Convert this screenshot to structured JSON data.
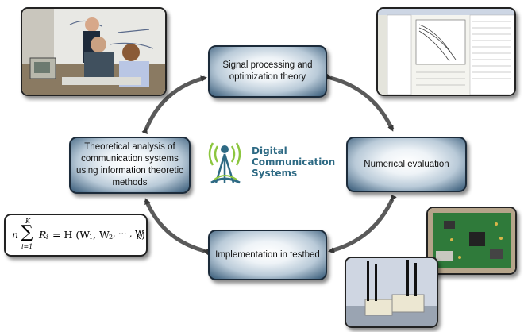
{
  "nodes": {
    "signal": "Signal processing and optimization theory",
    "theory": "Theoretical analysis of communication systems using information theoretic methods",
    "numeric": "Numerical evaluation",
    "impl": "Implementation in testbed"
  },
  "logo": {
    "line1": "Digital",
    "line2": "Communication",
    "line3": "Systems"
  },
  "formula": {
    "n": "n",
    "sum_upper": "K",
    "sum_symbol": "∑",
    "sum_lower": "i=1",
    "term": "R",
    "term_sub": "i",
    "rhs": "= H (W",
    "rhs_sub1": "1",
    "rhs_mid": ", W",
    "rhs_sub2": "2",
    "rhs_dots": ", ··· , W",
    "rhs_subk": "K",
    "rhs_close": ")"
  },
  "colors": {
    "logo_text": "#2e6a84",
    "node_edge": "#3d5d78",
    "logo_green": "#8cc63f",
    "logo_blue": "#2e6a84"
  }
}
